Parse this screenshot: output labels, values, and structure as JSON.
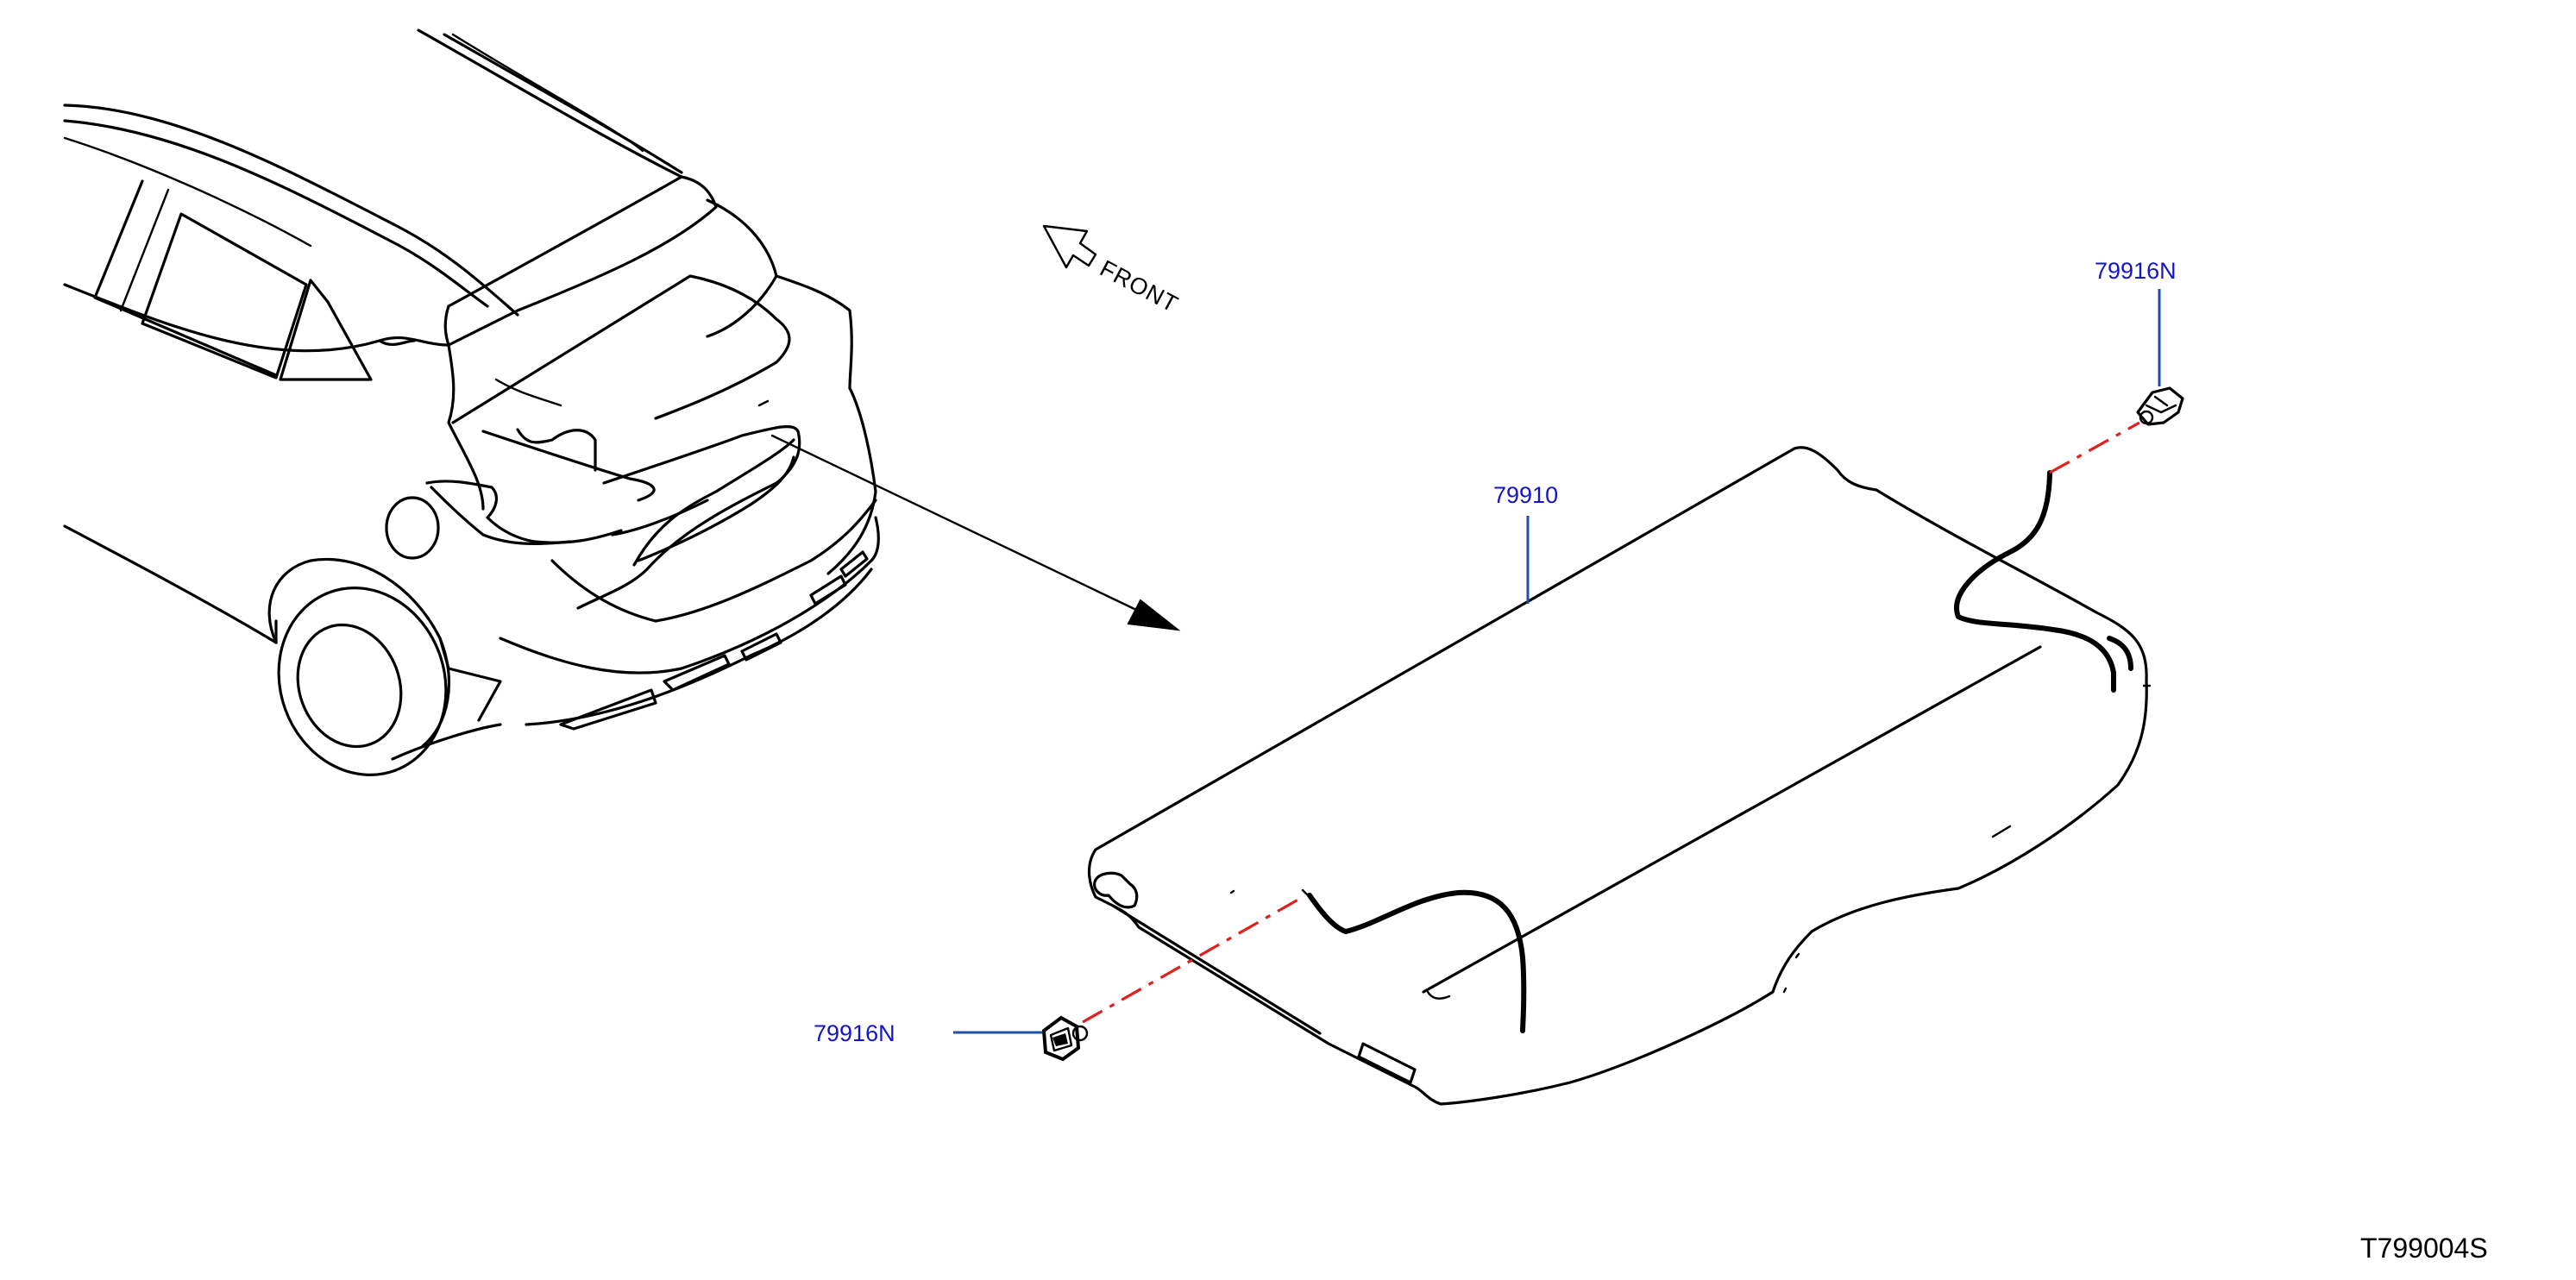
{
  "labels": {
    "part_main": "79910",
    "part_clip_top": "79916N",
    "part_clip_bottom": "79916N",
    "front": "FRONT",
    "diagram_code": "T799004S"
  },
  "colors": {
    "part_label": "#1515c8",
    "leader": "#1f4fa8",
    "centerline": "#e0201c",
    "outline": "#000000"
  }
}
